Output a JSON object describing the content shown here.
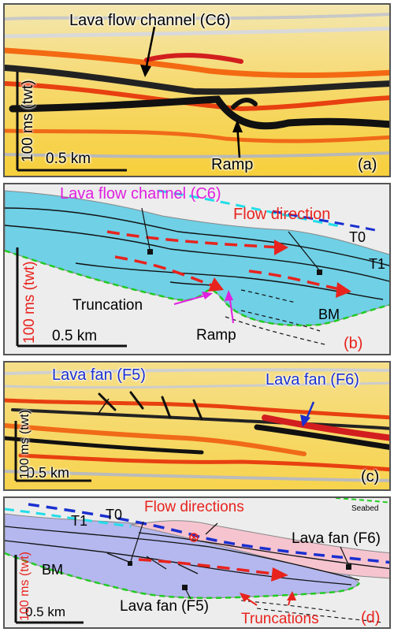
{
  "panel_a": {
    "label": "(a)",
    "annotation_channel": "Lava flow channel (C6)",
    "annotation_ramp": "Ramp",
    "scale_vertical": "100 ms (twt)",
    "scale_horizontal": "0.5 km"
  },
  "panel_b": {
    "label": "(b)",
    "annotation_channel": "Lava flow channel (C6)",
    "annotation_flow": "Flow direction",
    "horizon_t0": "T0",
    "horizon_t1": "T1",
    "horizon_bm": "BM",
    "annotation_truncation": "Truncation",
    "annotation_ramp": "Ramp",
    "scale_vertical": "100 ms (twt)",
    "scale_horizontal": "0.5 km"
  },
  "panel_c": {
    "label": "(c)",
    "annotation_fan5": "Lava fan (F5)",
    "annotation_fan6": "Lava fan (F6)",
    "scale_vertical": "100 ms (twt)",
    "scale_horizontal": "0.5 km"
  },
  "panel_d": {
    "label": "(d)",
    "seabed": "Seabed",
    "horizon_t0": "T0",
    "horizon_t1": "T1",
    "horizon_bm": "BM",
    "annotation_flow": "Flow directions",
    "annotation_fan6": "Lava fan (F6)",
    "annotation_fan5": "Lava fan (F5)",
    "annotation_truncations": "Truncations",
    "scale_vertical": "100 ms (twt)",
    "scale_horizontal": "0.5 km"
  },
  "colors": {
    "channel_fill": "#6fd0e6",
    "fan5_fill": "#b4b8ee",
    "fan6_fill": "#f6c4cf",
    "t0_line": "#1a2fd0",
    "t1_line": "#22dde8",
    "bm_line": "#22cc22",
    "flow_arrow": "#e8231d",
    "annotation_magenta": "#e020e0"
  }
}
